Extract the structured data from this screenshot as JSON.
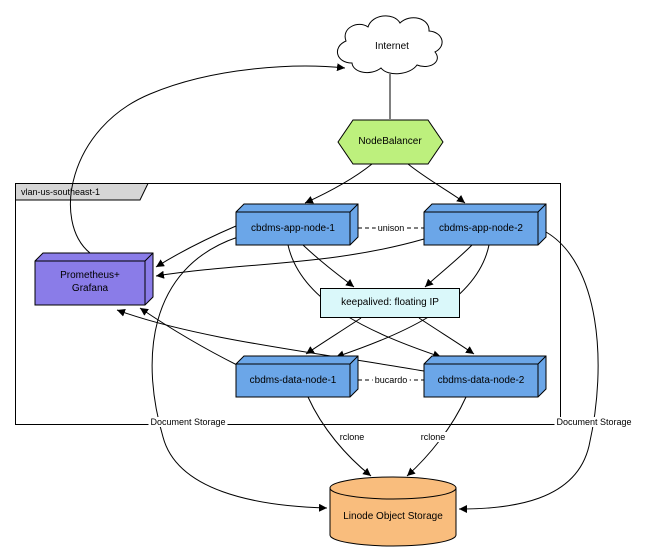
{
  "diagram": {
    "internet": {
      "label": "Internet"
    },
    "nodebalancer": {
      "label": "NodeBalancer"
    },
    "vlan": {
      "label": "vlan-us-southeast-1"
    },
    "app_node_1": {
      "label": "cbdms-app-node-1"
    },
    "app_node_2": {
      "label": "cbdms-app-node-2"
    },
    "monitoring": {
      "label_line1": "Prometheus+",
      "label_line2": "Grafana"
    },
    "keepalived": {
      "label": "keepalived: floating IP"
    },
    "data_node_1": {
      "label": "cbdms-data-node-1"
    },
    "data_node_2": {
      "label": "cbdms-data-node-2"
    },
    "object_storage": {
      "label": "Linode Object Storage"
    },
    "edge_labels": {
      "unison": "unison",
      "bucardo": "bucardo",
      "rclone_left": "rclone",
      "rclone_right": "rclone",
      "document_storage_left": "Document Storage",
      "document_storage_right": "Document Storage"
    },
    "colors": {
      "node_blue": "#6ba6e8",
      "monitoring_purple": "#8a7ce8",
      "balancer_green": "#bdf07d",
      "keepalived_cyan": "#daf8fa",
      "storage_orange": "#f9bd7d",
      "cluster_tab_gray": "#d6d6d6",
      "cloud_white": "#ffffff",
      "edge_black": "#000000"
    }
  }
}
